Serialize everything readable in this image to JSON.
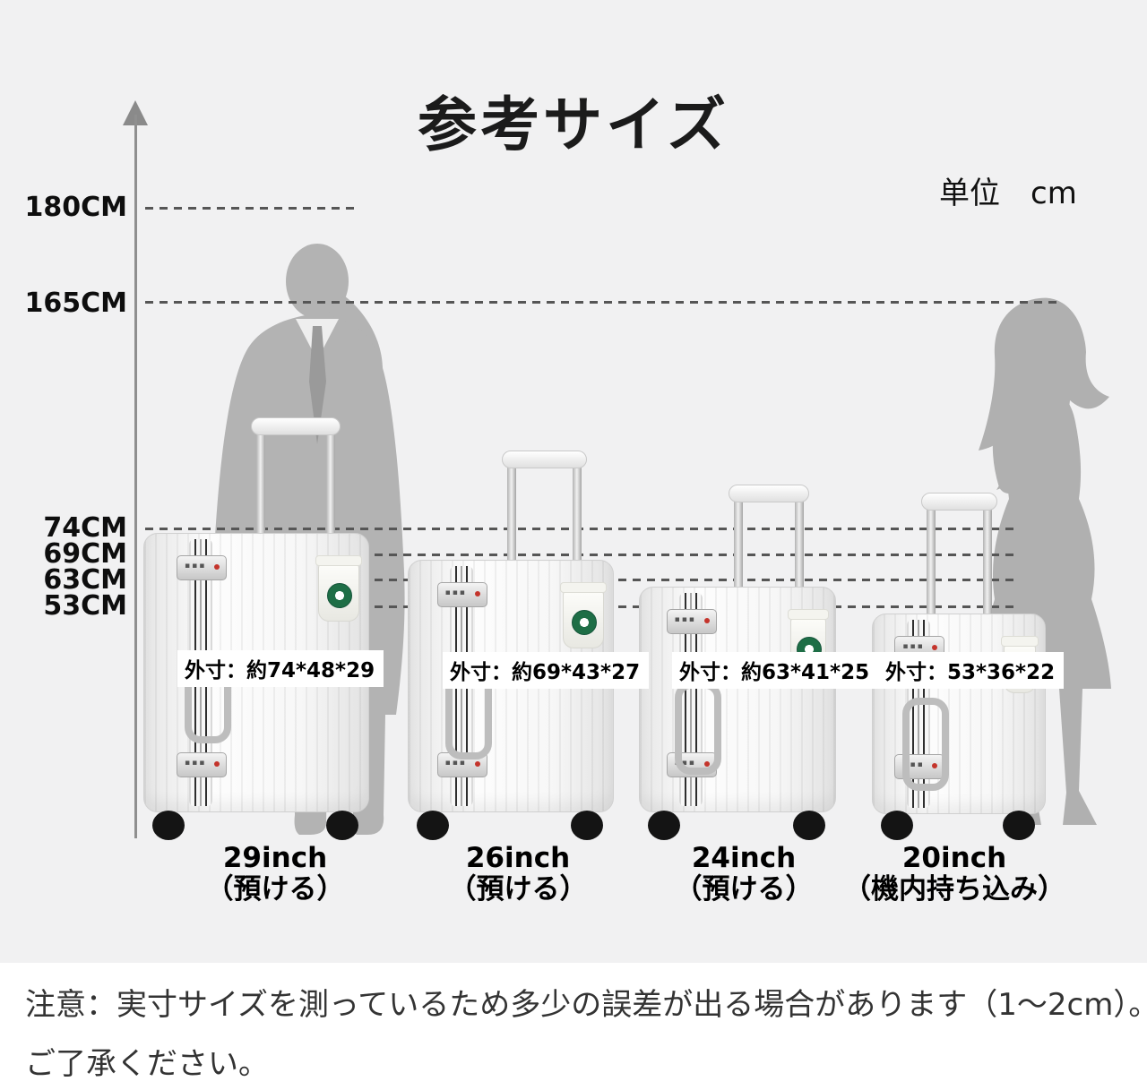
{
  "title": "参考サイズ",
  "unit": {
    "label": "单位",
    "value": "cm"
  },
  "axis_marks": [
    {
      "label": "180CM"
    },
    {
      "label": "165CM"
    },
    {
      "label": "74CM"
    },
    {
      "label": "69CM"
    },
    {
      "label": "63CM"
    },
    {
      "label": "53CM"
    }
  ],
  "suitcases": [
    {
      "dims": "外寸：約74*48*29",
      "size": "29inch",
      "type": "（預ける）"
    },
    {
      "dims": "外寸：約69*43*27",
      "size": "26inch",
      "type": "（預ける）"
    },
    {
      "dims": "外寸：約63*41*25",
      "size": "24inch",
      "type": "（預ける）"
    },
    {
      "dims": "外寸：53*36*22",
      "size": "20inch",
      "type": "（機内持ち込み）"
    }
  ],
  "note": {
    "line1": "注意：実寸サイズを測っているため多少の誤差が出る場合があります（1～2cm）。",
    "line2": "ご了承ください。"
  },
  "colors": {
    "background_gray": "#f1f1f2",
    "silhouette_gray": "#b3b3b3",
    "text_black": "#1a1a1a",
    "dash_gray": "#565656",
    "cup_logo_green": "#1e6e46",
    "wheel_black": "#141414"
  }
}
